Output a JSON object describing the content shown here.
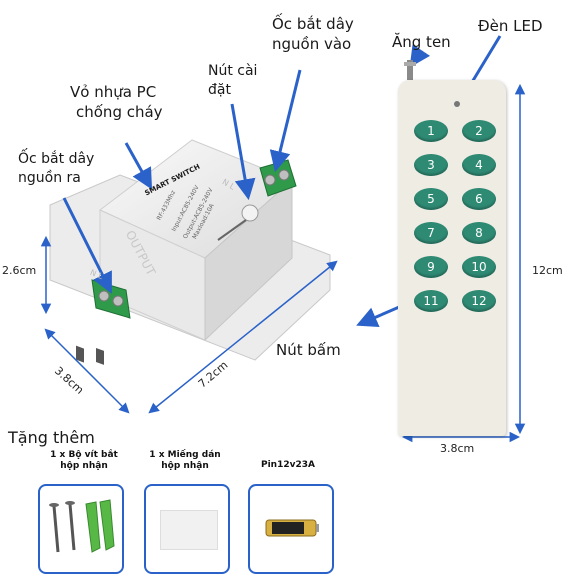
{
  "labels": {
    "terminal_in": [
      "Ốc bắt dây",
      "nguồn vào"
    ],
    "antenna": "Ăng ten",
    "led": "Đèn LED",
    "shell": [
      "Vỏ nhựa PC",
      "chống cháy"
    ],
    "setup_button": [
      "Nút cài",
      "đặt"
    ],
    "terminal_out": [
      "Ốc bắt dây",
      "nguồn ra"
    ],
    "remote_button": "Nút bấm",
    "bonus": "Tặng thêm"
  },
  "dimensions": {
    "switch_height": "2.6cm",
    "switch_width": "3.8cm",
    "switch_length": "7.2cm",
    "remote_height": "12cm",
    "remote_width": "3.8cm"
  },
  "device_text": {
    "brand": "SMART SWITCH",
    "output": "OUTPUT",
    "spec_rf": "RF:433Mhz",
    "spec_input": "Input:AC85-240V",
    "spec_output": "Output:AC85-240V",
    "spec_maxload": "Maxload:10A",
    "terminal_in_marks": "N    L",
    "terminal_out_marks": "N    L"
  },
  "remote_buttons": [
    "1",
    "2",
    "3",
    "4",
    "5",
    "6",
    "7",
    "8",
    "9",
    "10",
    "11",
    "12"
  ],
  "accessories": [
    {
      "title": [
        "1 x Bộ vít bắt",
        "hộp nhận"
      ]
    },
    {
      "title": [
        "1 x Miếng dán",
        "hộp nhận"
      ]
    },
    {
      "title": [
        "Pin12v23A"
      ]
    }
  ],
  "colors": {
    "arrow": "#2a62c9",
    "button": "#2f8a74",
    "terminal": "#2e9a4a"
  }
}
